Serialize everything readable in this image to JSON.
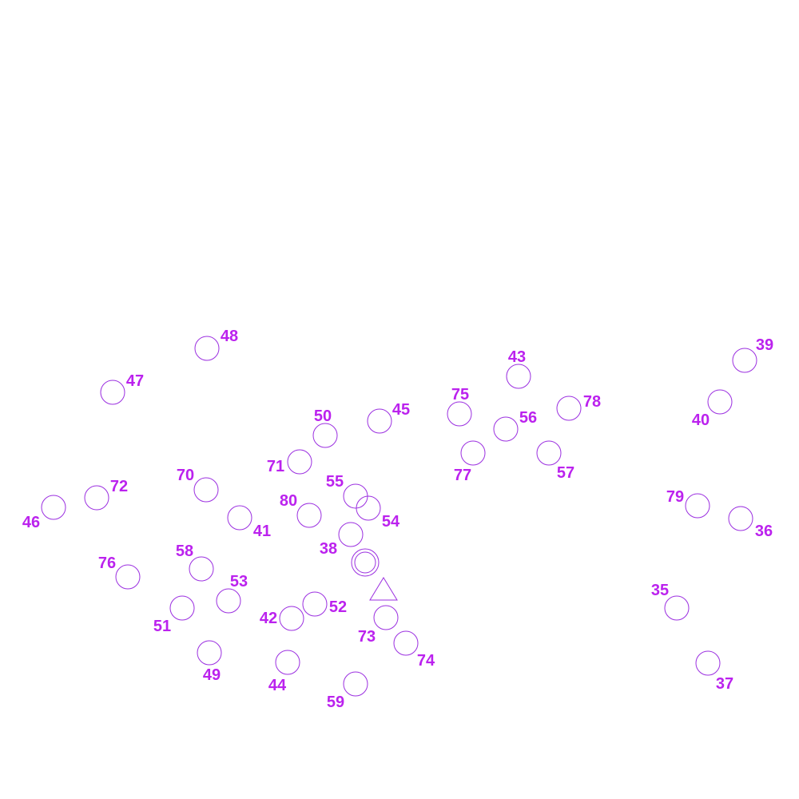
{
  "colors": {
    "marker": "#9b2fe0",
    "label": "#bb22ee",
    "background": "#ffffff"
  },
  "stations": [
    {
      "id": "35",
      "label": "35"
    },
    {
      "id": "36",
      "label": "36"
    },
    {
      "id": "37",
      "label": "37"
    },
    {
      "id": "38",
      "label": "38"
    },
    {
      "id": "39",
      "label": "39"
    },
    {
      "id": "40",
      "label": "40"
    },
    {
      "id": "41",
      "label": "41"
    },
    {
      "id": "42",
      "label": "42"
    },
    {
      "id": "43",
      "label": "43"
    },
    {
      "id": "44",
      "label": "44"
    },
    {
      "id": "45",
      "label": "45"
    },
    {
      "id": "46",
      "label": "46"
    },
    {
      "id": "47",
      "label": "47"
    },
    {
      "id": "48",
      "label": "48"
    },
    {
      "id": "49",
      "label": "49"
    },
    {
      "id": "50",
      "label": "50"
    },
    {
      "id": "51",
      "label": "51"
    },
    {
      "id": "52",
      "label": "52"
    },
    {
      "id": "53",
      "label": "53"
    },
    {
      "id": "54",
      "label": "54"
    },
    {
      "id": "55",
      "label": "55"
    },
    {
      "id": "56",
      "label": "56"
    },
    {
      "id": "57",
      "label": "57"
    },
    {
      "id": "58",
      "label": "58"
    },
    {
      "id": "59",
      "label": "59"
    },
    {
      "id": "70",
      "label": "70"
    },
    {
      "id": "71",
      "label": "71"
    },
    {
      "id": "72",
      "label": "72"
    },
    {
      "id": "73",
      "label": "73"
    },
    {
      "id": "74",
      "label": "74"
    },
    {
      "id": "75",
      "label": "75"
    },
    {
      "id": "76",
      "label": "76"
    },
    {
      "id": "77",
      "label": "77"
    },
    {
      "id": "78",
      "label": "78"
    },
    {
      "id": "79",
      "label": "79"
    },
    {
      "id": "80",
      "label": "80"
    }
  ],
  "special_markers": [
    {
      "id": "center-point",
      "symbol": "double-circle"
    },
    {
      "id": "reference-point",
      "symbol": "triangle"
    }
  ]
}
